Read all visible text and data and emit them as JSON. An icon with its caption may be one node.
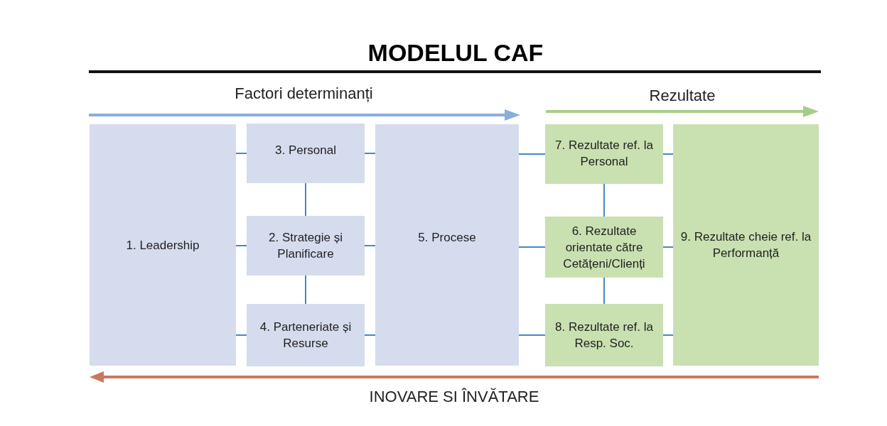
{
  "diagram": {
    "title": "MODELUL CAF",
    "nodes": [
      {
        "text": [
          "1. Leadership"
        ]
      },
      {
        "text": [
          "3. Personal"
        ]
      },
      {
        "text": [
          "2. Strategie și Planificare"
        ]
      },
      {
        "text": [
          "4. Parteneriate și Resurse"
        ]
      },
      {
        "text": [
          "5. Procese"
        ]
      },
      {
        "text": [
          "7. Rezultate ref. la Personal"
        ]
      },
      {
        "text": [
          "6. Rezultate orientate către Cetățeni/Clienți"
        ]
      },
      {
        "text": [
          "8. Rezultate ref. la Resp. Soc."
        ]
      },
      {
        "text": [
          "9. Rezultate cheie ref. la Performanță"
        ]
      }
    ],
    "edges": [
      {
        "from": 0,
        "to": 1,
        "arrow": "none"
      },
      {
        "from": 0,
        "to": 2,
        "arrow": "none"
      },
      {
        "from": 0,
        "to": 3,
        "arrow": "none"
      },
      {
        "from": 1,
        "to": 2,
        "arrow": "none"
      },
      {
        "from": 2,
        "to": 3,
        "arrow": "none"
      },
      {
        "from": 1,
        "to": 4,
        "arrow": "none"
      },
      {
        "from": 2,
        "to": 4,
        "arrow": "none"
      },
      {
        "from": 3,
        "to": 4,
        "arrow": "none"
      },
      {
        "from": 4,
        "to": 5,
        "arrow": "none"
      },
      {
        "from": 4,
        "to": 6,
        "arrow": "none"
      },
      {
        "from": 4,
        "to": 7,
        "arrow": "none"
      },
      {
        "from": 5,
        "to": 6,
        "arrow": "none"
      },
      {
        "from": 6,
        "to": 7,
        "arrow": "none"
      },
      {
        "from": 5,
        "to": 8,
        "arrow": "none"
      },
      {
        "from": 6,
        "to": 8,
        "arrow": "none"
      },
      {
        "from": 7,
        "to": 8,
        "arrow": "none"
      }
    ],
    "labels": [
      "Factori determinanți",
      "Rezultate",
      "INOVARE SI ÎNVĂTARE"
    ]
  }
}
